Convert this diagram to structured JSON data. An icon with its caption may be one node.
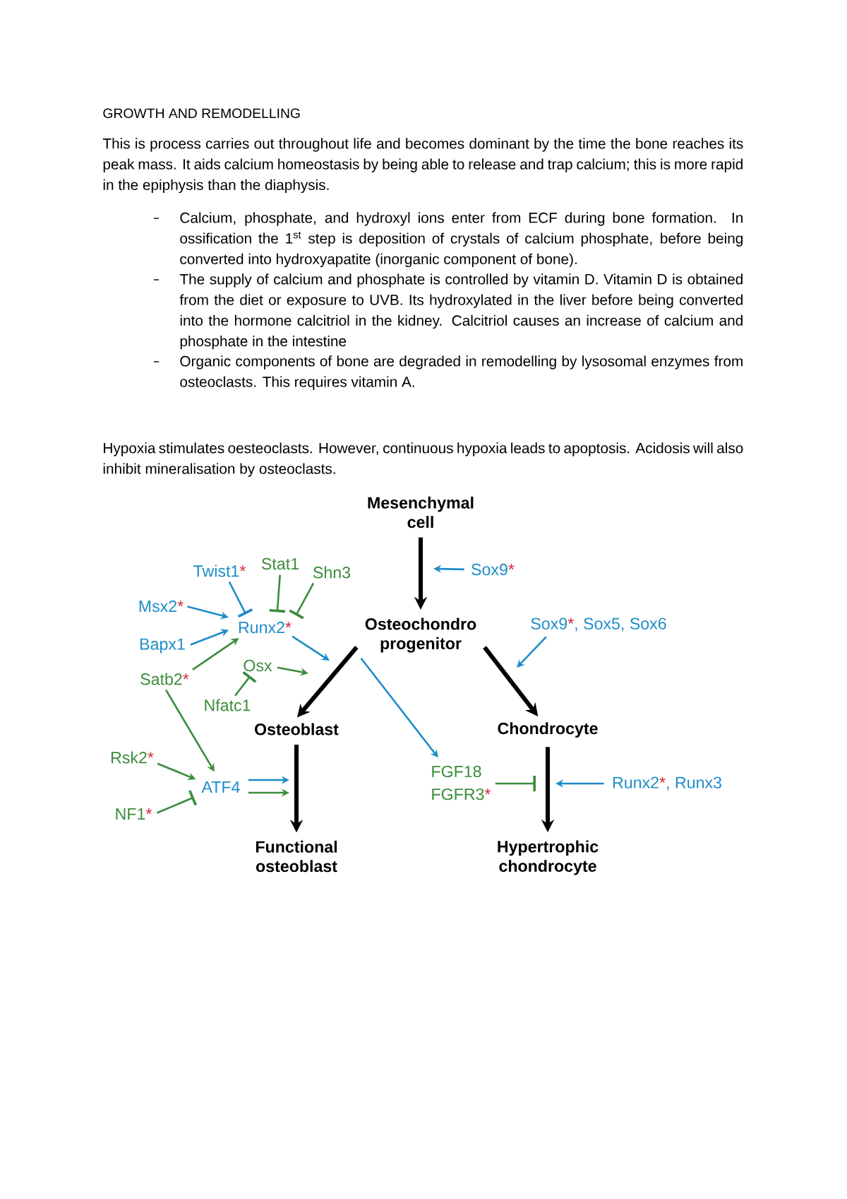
{
  "diagram": {
    "title": "GROWTH AND REMODELLING",
    "nodes": [
      {
        "text": [
          "Mesenchymal cell"
        ]
      },
      {
        "text": [
          "Twist1*"
        ]
      },
      {
        "text": [
          "Stat1"
        ]
      },
      {
        "text": [
          "Shn3"
        ]
      },
      {
        "text": [
          "Sox9*"
        ]
      },
      {
        "text": [
          "Msx2*"
        ]
      },
      {
        "text": [
          "Runx2*"
        ]
      },
      {
        "text": [
          "Osteochondro progenitor"
        ]
      },
      {
        "text": [
          "Sox9*, Sox5, Sox6"
        ]
      },
      {
        "text": [
          "Bapx1"
        ]
      },
      {
        "text": [
          "Osx"
        ]
      },
      {
        "text": [
          "Satb2*"
        ]
      },
      {
        "text": [
          "Nfatc1"
        ]
      },
      {
        "text": [
          "Osteoblast"
        ]
      },
      {
        "text": [
          "Chondrocyte"
        ]
      },
      {
        "text": [
          "Rsk2*"
        ]
      },
      {
        "text": [
          "ATF4"
        ]
      },
      {
        "text": [
          "FGF18",
          "FGFR3*"
        ]
      },
      {
        "text": [
          "Runx2*, Runx3"
        ]
      },
      {
        "text": [
          "NF1*"
        ]
      },
      {
        "text": [
          "Functional osteoblast"
        ]
      },
      {
        "text": [
          "Hypertrophic chondrocyte"
        ]
      }
    ],
    "edges": [
      {
        "from": 0,
        "to": 7,
        "arrow": "to",
        "style": "thick",
        "color": "#000000"
      },
      {
        "from": 7,
        "to": 13,
        "arrow": "to",
        "style": "thick",
        "color": "#000000"
      },
      {
        "from": 7,
        "to": 14,
        "arrow": "to",
        "style": "thick",
        "color": "#000000"
      },
      {
        "from": 13,
        "to": 20,
        "arrow": "to",
        "style": "thick",
        "color": "#000000"
      },
      {
        "from": 14,
        "to": 21,
        "arrow": "to",
        "style": "thick",
        "color": "#000000"
      },
      {
        "from": 4,
        "to": null,
        "arrow": "to",
        "color": "#1e8cc8"
      },
      {
        "from": 1,
        "to": 6,
        "arrow": "other",
        "color": "#1e8cc8"
      },
      {
        "from": 2,
        "to": 6,
        "arrow": "other",
        "color": "#3c8c3c"
      },
      {
        "from": 3,
        "to": 6,
        "arrow": "other",
        "color": "#3c8c3c"
      },
      {
        "from": 5,
        "to": 6,
        "arrow": "to",
        "color": "#1e8cc8"
      },
      {
        "from": 9,
        "to": 6,
        "arrow": "to",
        "color": "#1e8cc8"
      },
      {
        "from": 11,
        "to": 6,
        "arrow": "to",
        "color": "#3c8c3c"
      },
      {
        "from": 6,
        "to": null,
        "arrow": "to",
        "color": "#1e8cc8"
      },
      {
        "from": 10,
        "to": null,
        "arrow": "to",
        "color": "#3c8c3c"
      },
      {
        "from": 12,
        "to": 10,
        "arrow": "other",
        "color": "#3c8c3c"
      },
      {
        "from": 7,
        "to": 17,
        "arrow": "to",
        "color": "#1e8cc8"
      },
      {
        "from": 8,
        "to": null,
        "arrow": "to",
        "color": "#1e8cc8"
      },
      {
        "from": 11,
        "to": 16,
        "arrow": "to",
        "color": "#3c8c3c"
      },
      {
        "from": 15,
        "to": 16,
        "arrow": "to",
        "color": "#3c8c3c"
      },
      {
        "from": 19,
        "to": 16,
        "arrow": "other",
        "color": "#3c8c3c"
      },
      {
        "from": 16,
        "to": null,
        "arrow": "to",
        "color": "#1e8cc8"
      },
      {
        "from": 16,
        "to": null,
        "arrow": "to",
        "color": "#3c8c3c"
      },
      {
        "from": 17,
        "to": null,
        "arrow": "other",
        "color": "#3c8c3c"
      },
      {
        "from": 18,
        "to": null,
        "arrow": "to",
        "color": "#1e8cc8"
      }
    ],
    "labels": [
      "This is process carries out throughout life and becomes dominant by the time the bone reaches its peak mass. It aids calcium homeostasis by being able to release and trap calcium; this is more rapid in the epiphysis than the diaphysis.",
      "Calcium, phosphate, and hydroxyl ions enter from ECF during bone formation. In ossification the 1$^{st}$ step is deposition of crystals of calcium phosphate, before being converted into hydroxyapatite (inorganic component of bone).",
      "The supply of calcium and phosphate is controlled by vitamin D. Vitamin D is obtained from the diet or exposure to UVB. Its hydroxylated in the liver before being converted into the hormone calcitriol in the kidney. Calcitriol causes an increase of calcium and phosphate in the intestine",
      "Organic components of bone are degraded in remodelling by lysosomal enzymes from osteoclasts. This requires vitamin A.",
      "Hypoxia stimulates oesteoclasts. However, continuous hypoxia leads to apoptosis. Acidosis will also inhibit mineralisation by osteoclasts."
    ]
  }
}
